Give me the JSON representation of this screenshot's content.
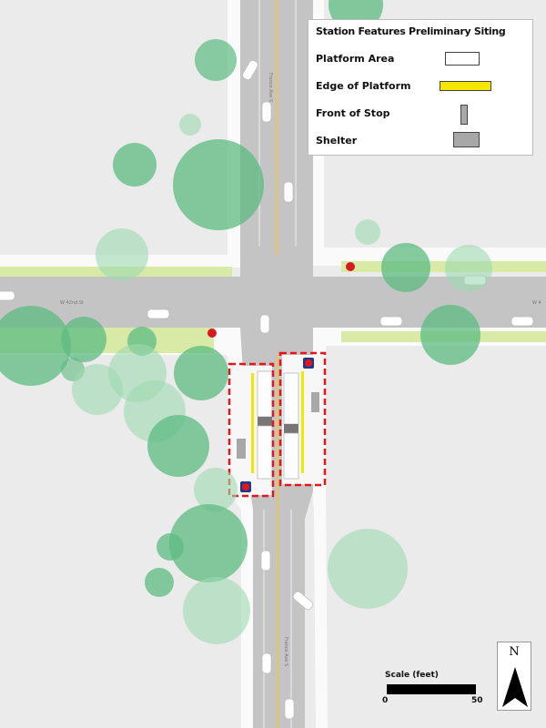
{
  "legend": {
    "title": "Station Features Preliminary Siting",
    "items": [
      {
        "label": "Platform Area",
        "symbol": "platform-area",
        "color": "#ffffff"
      },
      {
        "label": "Edge of Platform",
        "symbol": "edge-of-platform",
        "color": "#f5e600"
      },
      {
        "label": "Front of Stop",
        "symbol": "front-of-stop",
        "color": "#a8a8a8"
      },
      {
        "label": "Shelter",
        "symbol": "shelter",
        "color": "#a8a8a8"
      }
    ]
  },
  "streets": {
    "north_south": "France Ave S",
    "east_west": "W 42nd St",
    "east_west_right": "W 4"
  },
  "scale": {
    "title": "Scale (feet)",
    "min": "0",
    "max": "50"
  },
  "north_arrow": {
    "label": "N"
  },
  "colors": {
    "road": "#c4c4c4",
    "boulevard": "#d8eaa6",
    "tree": "#5dbb82",
    "station_outline": "#e8141c",
    "centerline": "#e9c45a",
    "stop_sign": "#d71920"
  }
}
